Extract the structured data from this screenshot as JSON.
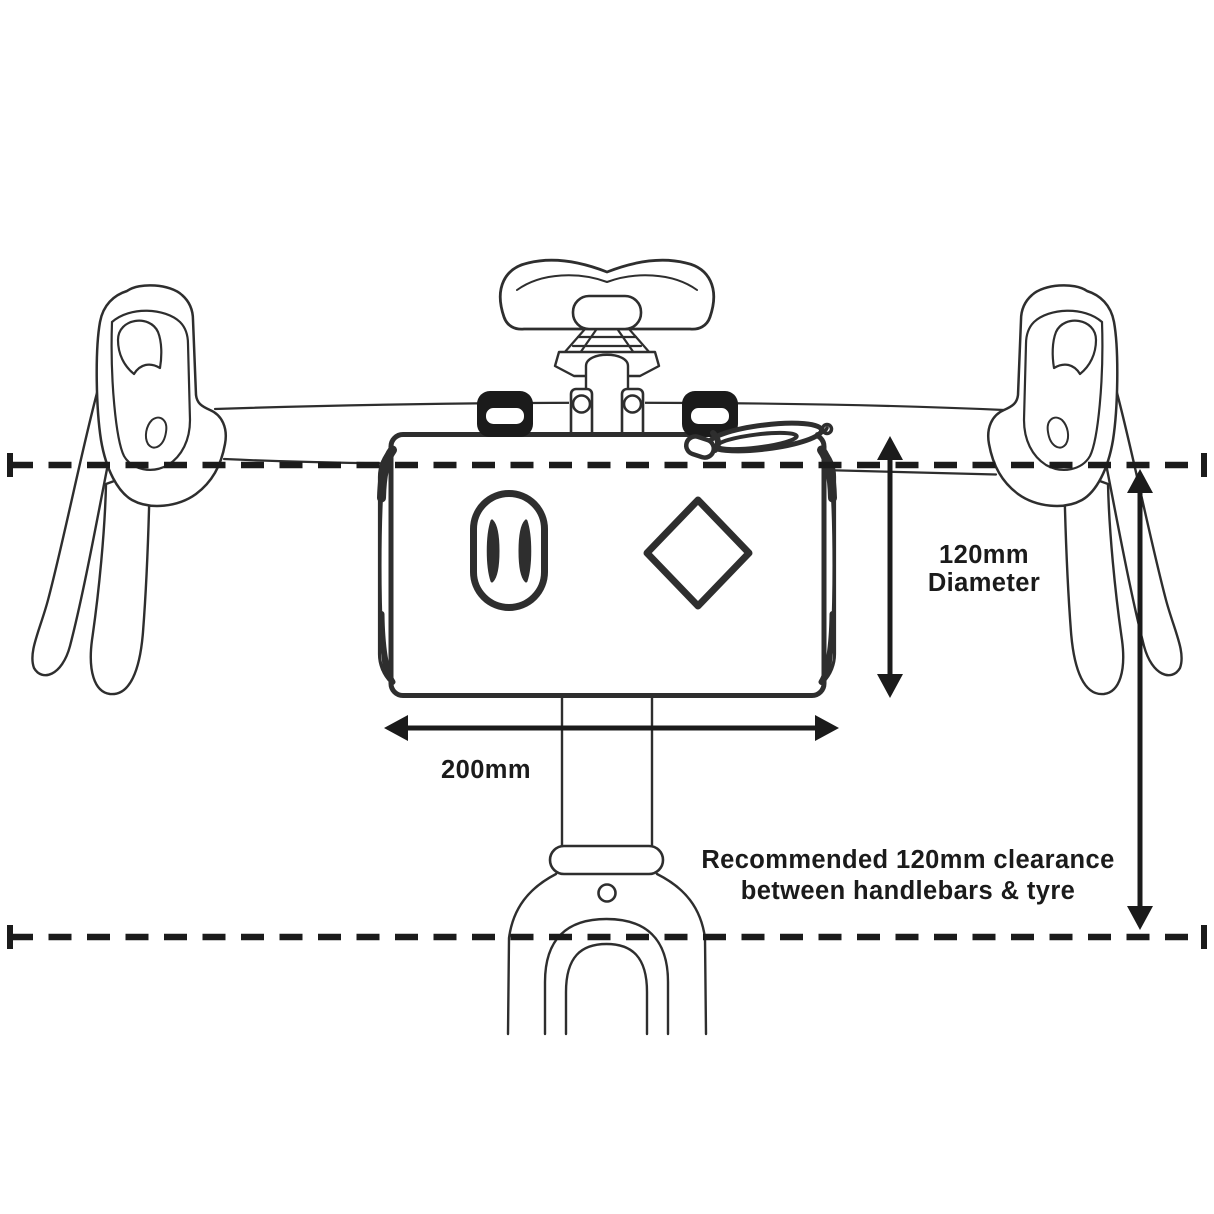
{
  "meta": {
    "background_color": "#ffffff",
    "ink_color": "#1b1b1b",
    "art_line_color": "#2e2e2e"
  },
  "labels": {
    "diameter_line1": "120mm",
    "diameter_line2": "Diameter",
    "width": "200mm",
    "clearance_line1": "Recommended 120mm clearance",
    "clearance_line2": "between handlebars & tyre"
  }
}
